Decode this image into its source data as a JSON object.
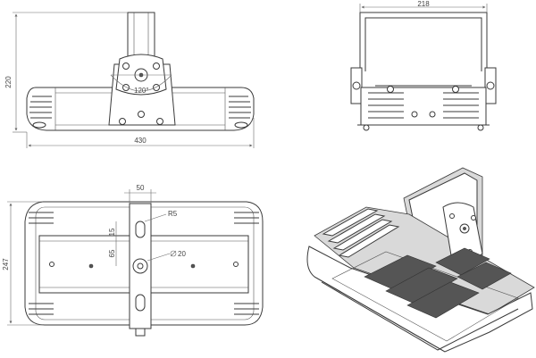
{
  "views": {
    "front": {
      "height_label": "220",
      "width_label": "430",
      "angle_label": "120°"
    },
    "side": {
      "width_label": "218"
    },
    "top": {
      "bracket_label": "50",
      "radius_label": "R5",
      "slot_label": "15",
      "spacing_label": "65",
      "hole_label": "20",
      "height_label": "247"
    }
  },
  "colors": {
    "line": "#3a3a3a",
    "dimension": "#6a6a6a",
    "shade": "#d9d9d9"
  }
}
